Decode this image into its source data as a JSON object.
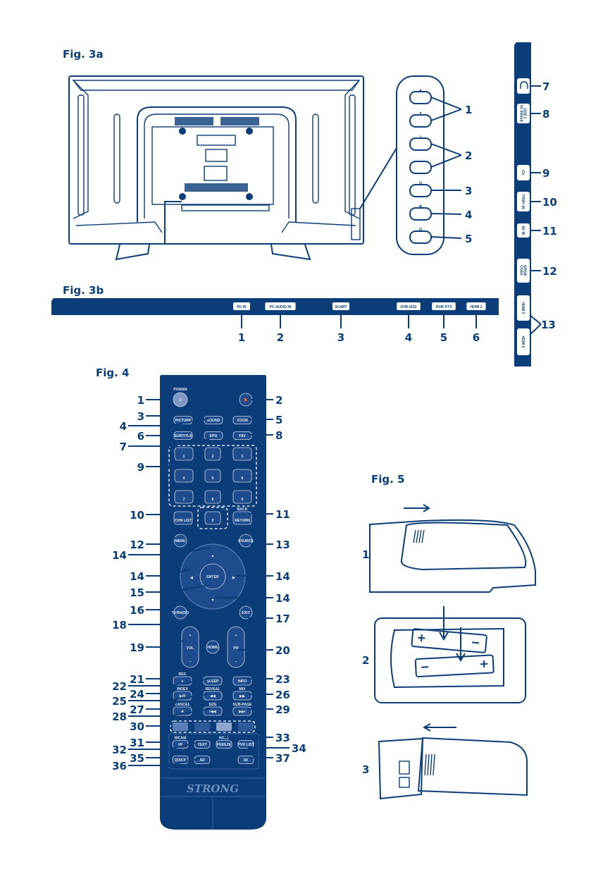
{
  "figures": {
    "fig3a": "Fig. 3a",
    "fig3b": "Fig. 3b",
    "fig4": "Fig. 4",
    "fig5": "Fig. 5"
  },
  "fig3a": {
    "panel_buttons": [
      "▲",
      "▼",
      "+",
      "-",
      "⊡",
      "⊕",
      "⏻"
    ],
    "callouts": [
      "1",
      "2",
      "3",
      "4",
      "5"
    ]
  },
  "side_panel": {
    "ports": [
      {
        "label": "",
        "icon": "headphone-icon",
        "callout": "7"
      },
      {
        "label": "USB 1",
        "sub": "5V 500mA",
        "callout": "8"
      },
      {
        "label": "CI+",
        "callout": "9"
      },
      {
        "label": "YPbPr IN",
        "callout": "10"
      },
      {
        "label": "AV IN",
        "callout": "11"
      },
      {
        "label": "S/PDIF",
        "sub": "COAX.",
        "callout": "12"
      },
      {
        "label": "HDMI 3",
        "callout": "13"
      },
      {
        "label": "HDMI 2",
        "callout": "13"
      }
    ]
  },
  "fig3b": {
    "ports": [
      "PC IN",
      "PC AUDIO IN",
      "SCART",
      "DVB-S/S2",
      "DVB-T/T2",
      "HDMI 1"
    ],
    "callouts": [
      "1",
      "2",
      "3",
      "4",
      "5",
      "6"
    ]
  },
  "remote": {
    "brand": "STRONG",
    "buttons": [
      {
        "label": "⏻",
        "top": "POWER"
      },
      {
        "label": "🔇"
      },
      {
        "label": "PICTURE"
      },
      {
        "label": "SOUND"
      },
      {
        "label": "ZOOM"
      },
      {
        "label": "SUBTITLE"
      },
      {
        "label": "EPG"
      },
      {
        "label": "FAV"
      },
      {
        "label": "1"
      },
      {
        "label": "2"
      },
      {
        "label": "3"
      },
      {
        "label": "4"
      },
      {
        "label": "5"
      },
      {
        "label": "6"
      },
      {
        "label": "7"
      },
      {
        "label": "8"
      },
      {
        "label": "9"
      },
      {
        "label": "CHN LIST"
      },
      {
        "label": "0"
      },
      {
        "label": "RETURN",
        "top": "BACK"
      },
      {
        "label": "MENU"
      },
      {
        "label": "SOURCE"
      },
      {
        "label": "ENTER"
      },
      {
        "label": "TV/RADIO"
      },
      {
        "label": "EXIT"
      },
      {
        "label": "HOME"
      },
      {
        "label": "●",
        "top": "REC"
      },
      {
        "label": "SLEEP"
      },
      {
        "label": "INFO"
      },
      {
        "label": "▶/II",
        "top": "INDEX"
      },
      {
        "label": "◀◀",
        "top": "REVEAL"
      },
      {
        "label": "▶▶",
        "top": "MIX"
      },
      {
        "label": "■",
        "top": "CANCEL"
      },
      {
        "label": "I◀◀",
        "top": "SIZE"
      },
      {
        "label": "▶▶I",
        "top": "SUB-PAGE"
      },
      {
        "label": ""
      },
      {
        "label": ""
      },
      {
        "label": ""
      },
      {
        "label": ""
      },
      {
        "label": "I/II",
        "top": "NICAM"
      },
      {
        "label": "TEXT"
      },
      {
        "label": "FREEZE",
        "top": "HOLD"
      },
      {
        "label": "PVR LIST"
      },
      {
        "label": "QUICK"
      },
      {
        "label": "AD"
      },
      {
        "label": "3D"
      }
    ],
    "color_keys": [
      "#5b80b8",
      "#2e5b98",
      "#8ea7cf",
      "#2e5b98"
    ],
    "vol": {
      "plus": "+",
      "label": "VOL",
      "minus": "−"
    },
    "pr": {
      "plus": "+",
      "label": "PR",
      "minus": "−"
    },
    "dpad": [
      "▲",
      "◀",
      "▶",
      "▼"
    ],
    "callouts_left": [
      "1",
      "3",
      "4",
      "6",
      "7",
      "9",
      "10",
      "12",
      "14",
      "14",
      "15",
      "16",
      "18",
      "19",
      "21",
      "22",
      "24",
      "25",
      "27",
      "28",
      "30",
      "31",
      "32",
      "35",
      "36"
    ],
    "callouts_right": [
      "2",
      "5",
      "8",
      "11",
      "13",
      "14",
      "14",
      "17",
      "20",
      "23",
      "26",
      "29",
      "33",
      "34",
      "37"
    ]
  },
  "fig5": {
    "steps": [
      "1",
      "2",
      "3"
    ]
  },
  "colors": {
    "brand_blue": "#0b3d78"
  }
}
